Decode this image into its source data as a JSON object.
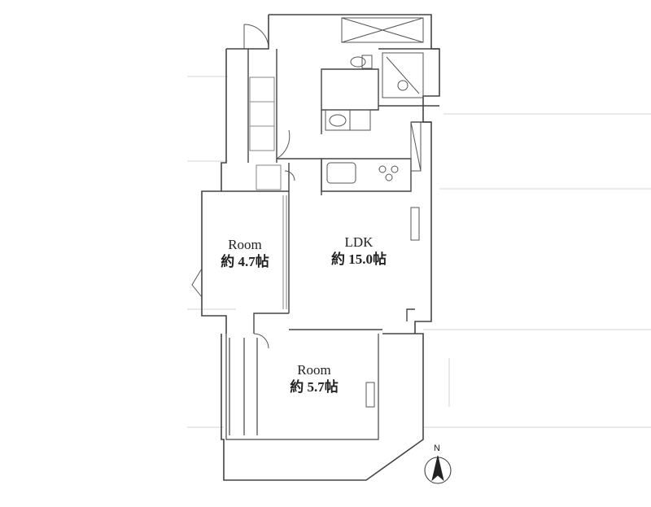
{
  "rooms": [
    {
      "id": "room-a",
      "name": "Room",
      "size": "約 4.7帖"
    },
    {
      "id": "ldk",
      "name": "LDK",
      "size": "約 15.0帖"
    },
    {
      "id": "room-b",
      "name": "Room",
      "size": "約 5.7帖"
    }
  ],
  "compass": {
    "label": "N"
  },
  "colors": {
    "wall": "#444444",
    "thin": "#777777",
    "grid": "#bbbbbb",
    "fill": "#ffffff"
  }
}
